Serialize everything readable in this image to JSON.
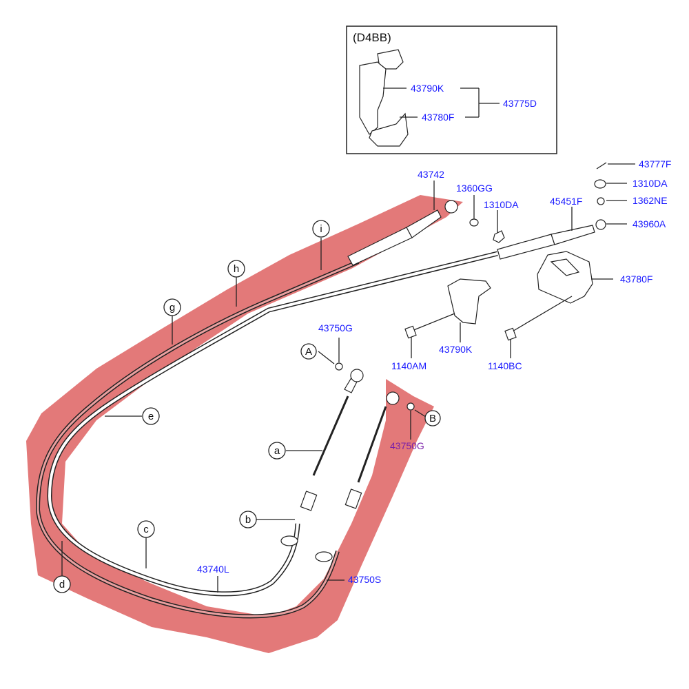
{
  "inset": {
    "title": "(D4BB)",
    "labels": [
      "43790K",
      "43780F",
      "43775D"
    ]
  },
  "part_numbers": {
    "p43742": "43742",
    "p1360GG": "1360GG",
    "p1310DA_a": "1310DA",
    "p45451F": "45451F",
    "p43777F": "43777F",
    "p1310DA_b": "1310DA",
    "p1362NE": "1362NE",
    "p43960A": "43960A",
    "p43780F": "43780F",
    "p43790K": "43790K",
    "p1140AM": "1140AM",
    "p1140BC": "1140BC",
    "p43750G_a": "43750G",
    "p43750G_b": "43750G",
    "p43740L": "43740L",
    "p43750S": "43750S"
  },
  "callouts": {
    "A": "A",
    "B": "B",
    "a": "a",
    "b": "b",
    "c": "c",
    "d": "d",
    "e": "e",
    "g": "g",
    "h": "h",
    "i": "i"
  },
  "colors": {
    "label_blue": "#1a1aff",
    "label_purple": "#7a1fa8",
    "highlight_red": "#e06a6a"
  }
}
